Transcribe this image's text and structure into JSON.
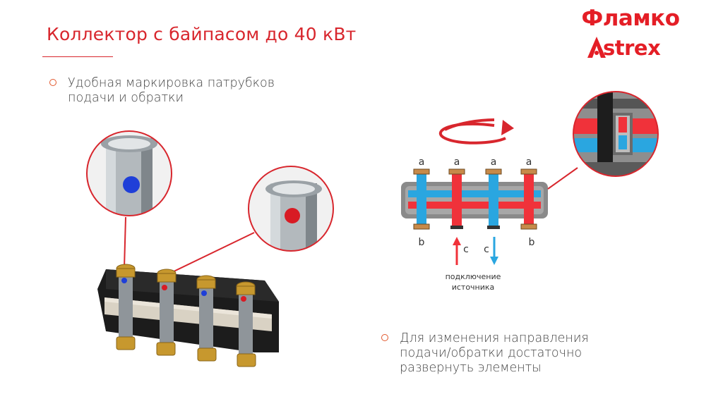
{
  "title": "Коллектор с байпасом до 40 кВт",
  "logo": {
    "line1": "Фламко",
    "line2": "strex"
  },
  "bullets": [
    {
      "line1": "Удобная маркировка патрубков",
      "line2": "подачи и обратки"
    },
    {
      "line1": "Для изменения направления",
      "line2": "подачи/обратки достаточно",
      "line3": "развернуть элементы"
    }
  ],
  "diagram": {
    "top_labels": [
      "a",
      "a",
      "a",
      "a"
    ],
    "bottom_left": "b",
    "bottom_right": "b",
    "c_up": "c",
    "c_down": "c",
    "source_line1": "подключение",
    "source_line2": "источника"
  },
  "colors": {
    "accent": "#d8262d",
    "supply": "#f0323a",
    "return": "#2aa6e0"
  }
}
